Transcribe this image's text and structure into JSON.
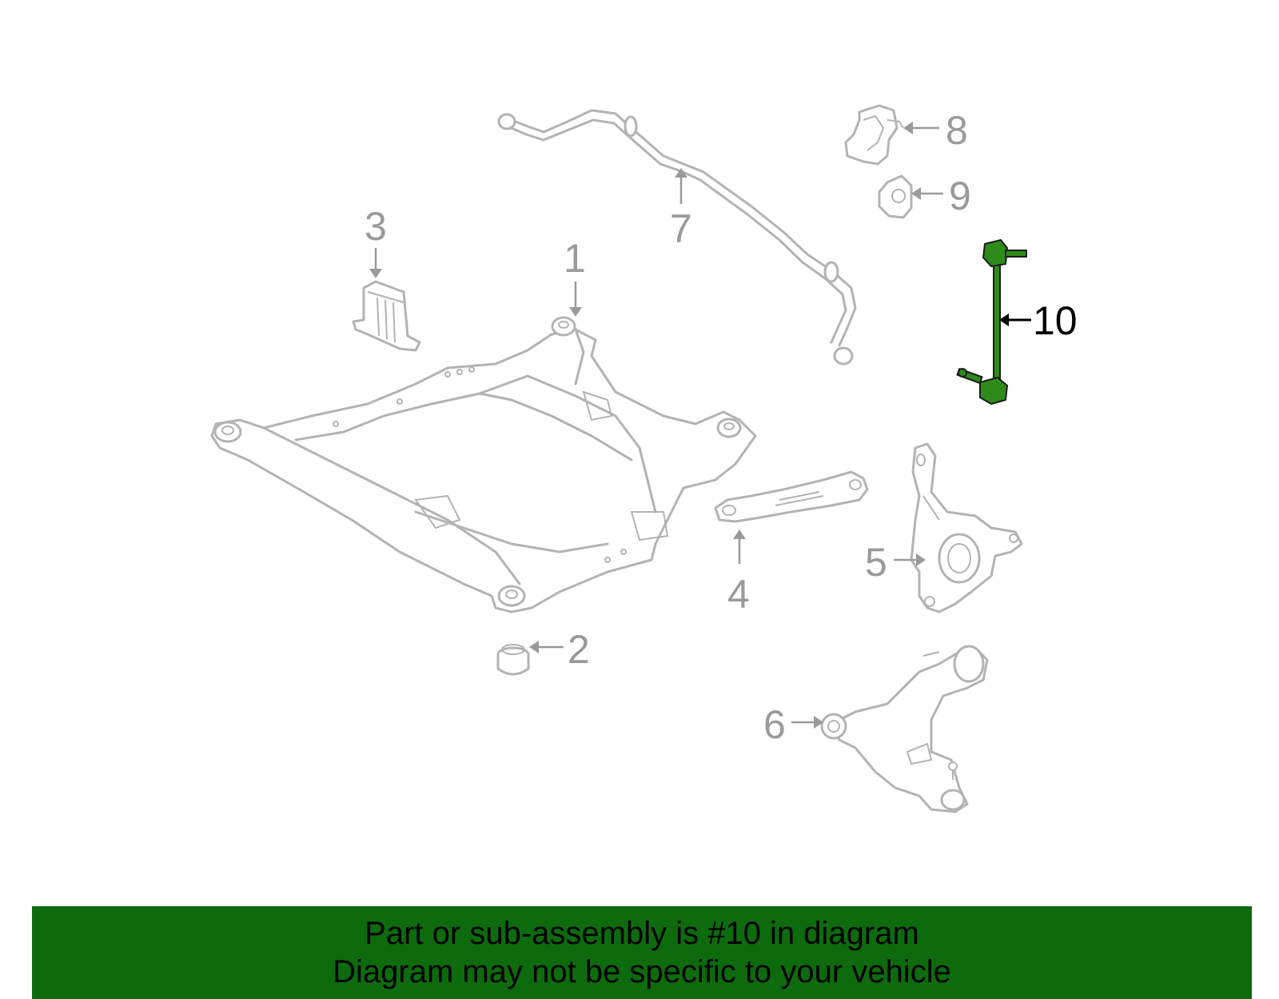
{
  "diagram": {
    "callouts": {
      "c1": "1",
      "c2": "2",
      "c3": "3",
      "c4": "4",
      "c5": "5",
      "c6": "6",
      "c7": "7",
      "c8": "8",
      "c9": "9",
      "c10": "10"
    },
    "highlight_color": "#2e8b1a",
    "part_line_color": "#b3b3b3"
  },
  "banner": {
    "line1": "Part or sub-assembly is #10 in diagram",
    "line2": "Diagram may not be specific to your vehicle",
    "background": "#0d6b0d"
  }
}
